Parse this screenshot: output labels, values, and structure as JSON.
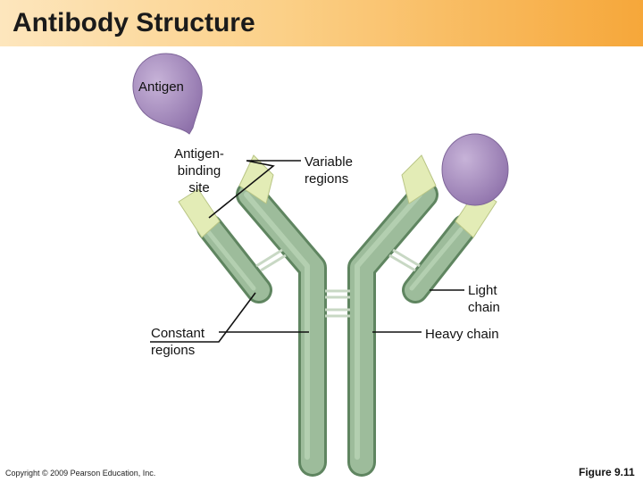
{
  "slide": {
    "title": "Antibody Structure",
    "copyright": "Copyright © 2009 Pearson Education, Inc.",
    "figure_label": "Figure 9.11"
  },
  "labels": {
    "antigen": "Antigen",
    "antigen_binding_site": "Antigen-\nbinding\nsite",
    "variable_regions": "Variable\nregions",
    "light_chain": "Light\nchain",
    "constant_regions": "Constant\nregions",
    "heavy_chain": "Heavy chain"
  },
  "colors": {
    "header_gradient": [
      "#fde6bd",
      "#fbcf86",
      "#f6a73a"
    ],
    "chain_green": "#8fb08d",
    "chain_dark": "#5f8560",
    "variable_tip": "#e3ecb6",
    "antigen_purple": "#a98fc0"
  }
}
